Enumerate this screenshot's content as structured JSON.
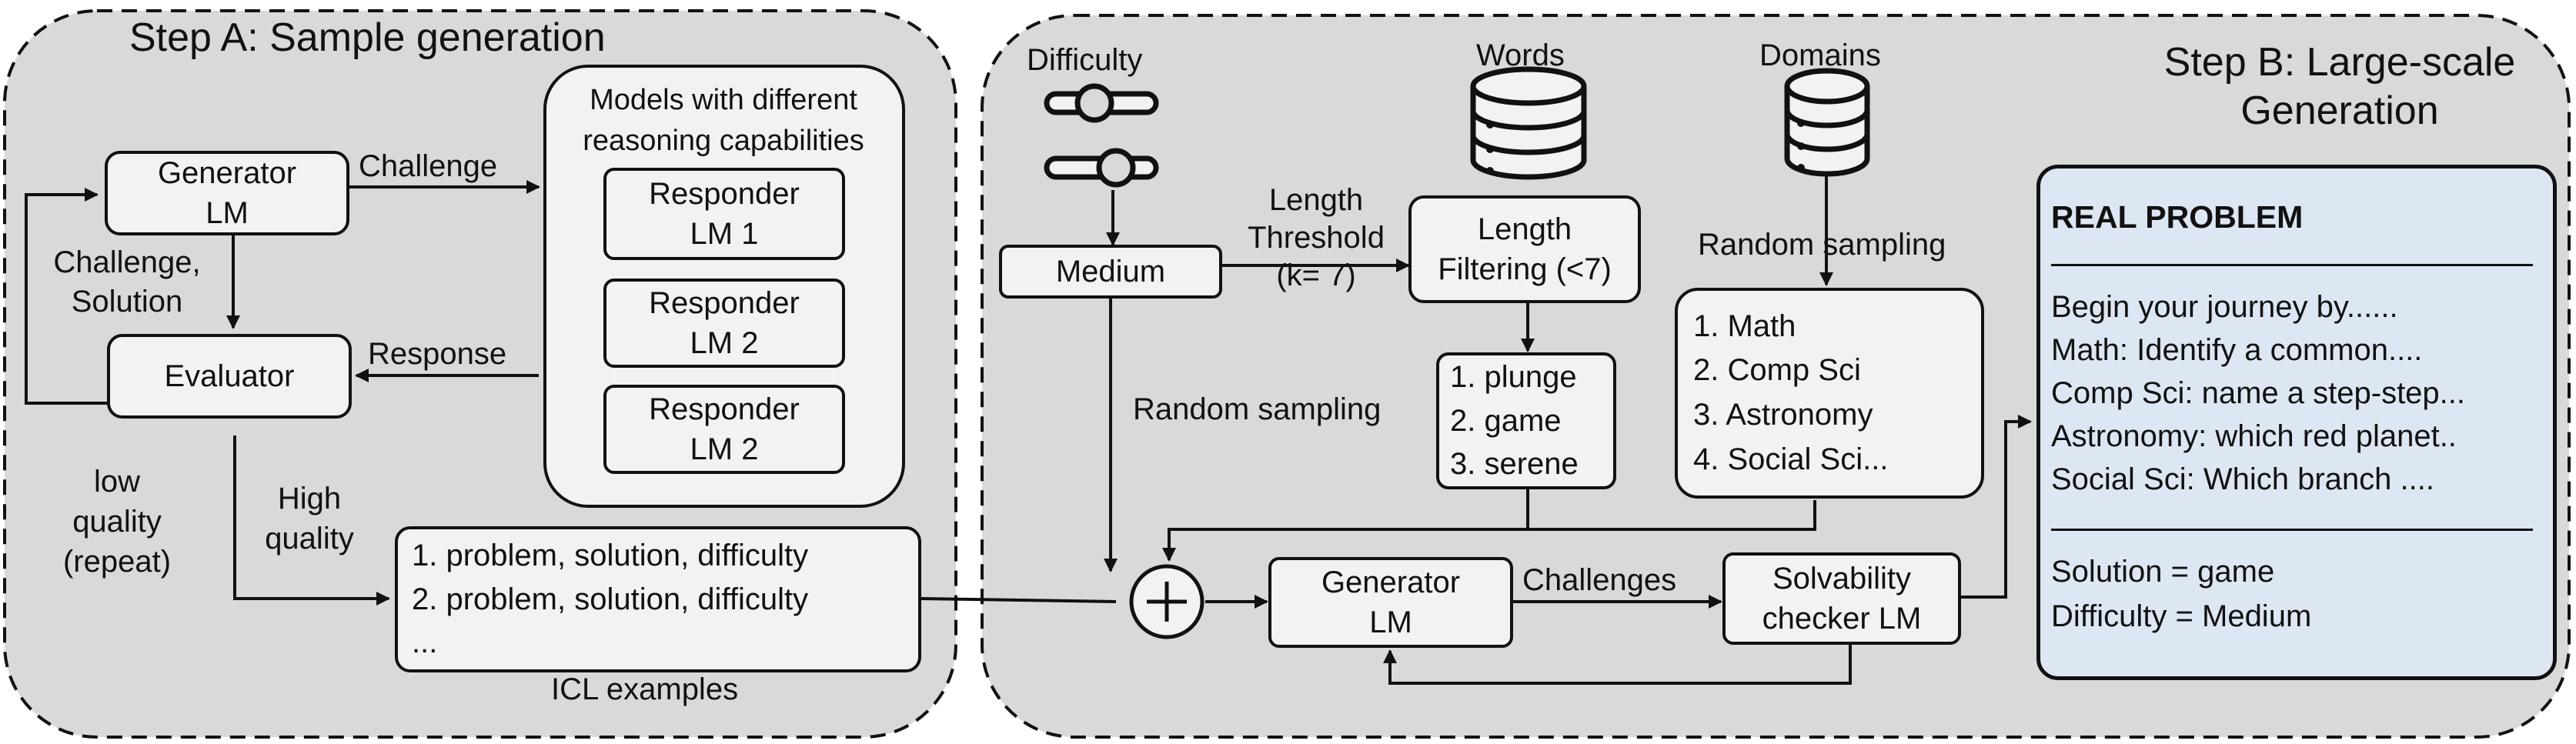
{
  "step_a": {
    "title": "Step A: Sample generation",
    "generator": [
      "Generator",
      "LM"
    ],
    "evaluator": "Evaluator",
    "models_title": [
      "Models with different",
      "reasoning capabilities"
    ],
    "responders": [
      [
        "Responder",
        "LM 1"
      ],
      [
        "Responder",
        "LM 2"
      ],
      [
        "Responder",
        "LM 2"
      ]
    ],
    "challenge_label": "Challenge",
    "challenge_solution_label": [
      "Challenge,",
      "Solution"
    ],
    "response_label": "Response",
    "low_quality_label": [
      "low",
      "quality",
      "(repeat)"
    ],
    "high_quality_label": [
      "High",
      "quality"
    ],
    "icl_items": [
      "1. problem, solution, difficulty",
      "2. problem, solution, difficulty",
      "..."
    ],
    "icl_caption": "ICL examples"
  },
  "step_b": {
    "title": [
      "Step B: Large-scale",
      "Generation"
    ],
    "difficulty_label": "Difficulty",
    "words_label": "Words",
    "domains_label": "Domains",
    "medium_box": "Medium",
    "length_threshold_label": [
      "Length",
      "Threshold",
      "(k= 7)"
    ],
    "length_filter_box": [
      "Length",
      "Filtering (<7)"
    ],
    "random_sampling_top": "Random sampling",
    "random_sampling_left": "Random sampling",
    "domains_list": [
      "1. Math",
      "2. Comp Sci",
      "3. Astronomy",
      "4. Social Sci..."
    ],
    "words_list": [
      "1. plunge",
      "2. game",
      "3. serene"
    ],
    "plus_symbol": "+",
    "generator2": [
      "Generator",
      "LM"
    ],
    "challenges_label": "Challenges",
    "solvability": [
      "Solvability",
      "checker LM"
    ]
  },
  "real_problem": {
    "heading": "REAL PROBLEM",
    "lines": [
      "Begin your journey by......",
      "Math: Identify a common....",
      "Comp Sci: name a step-step...",
      "Astronomy: which red planet..",
      "Social Sci: Which branch ...."
    ],
    "solution": "Solution = game",
    "difficulty": "Difficulty = Medium"
  },
  "colors": {
    "panel_fill": "#d9d9d9",
    "box_fill": "#f2f2f2",
    "real_problem_fill": "#dde7f3",
    "stroke": "#111111"
  },
  "icons": [
    "slider-icon",
    "database-icon",
    "plus-circle-icon"
  ]
}
